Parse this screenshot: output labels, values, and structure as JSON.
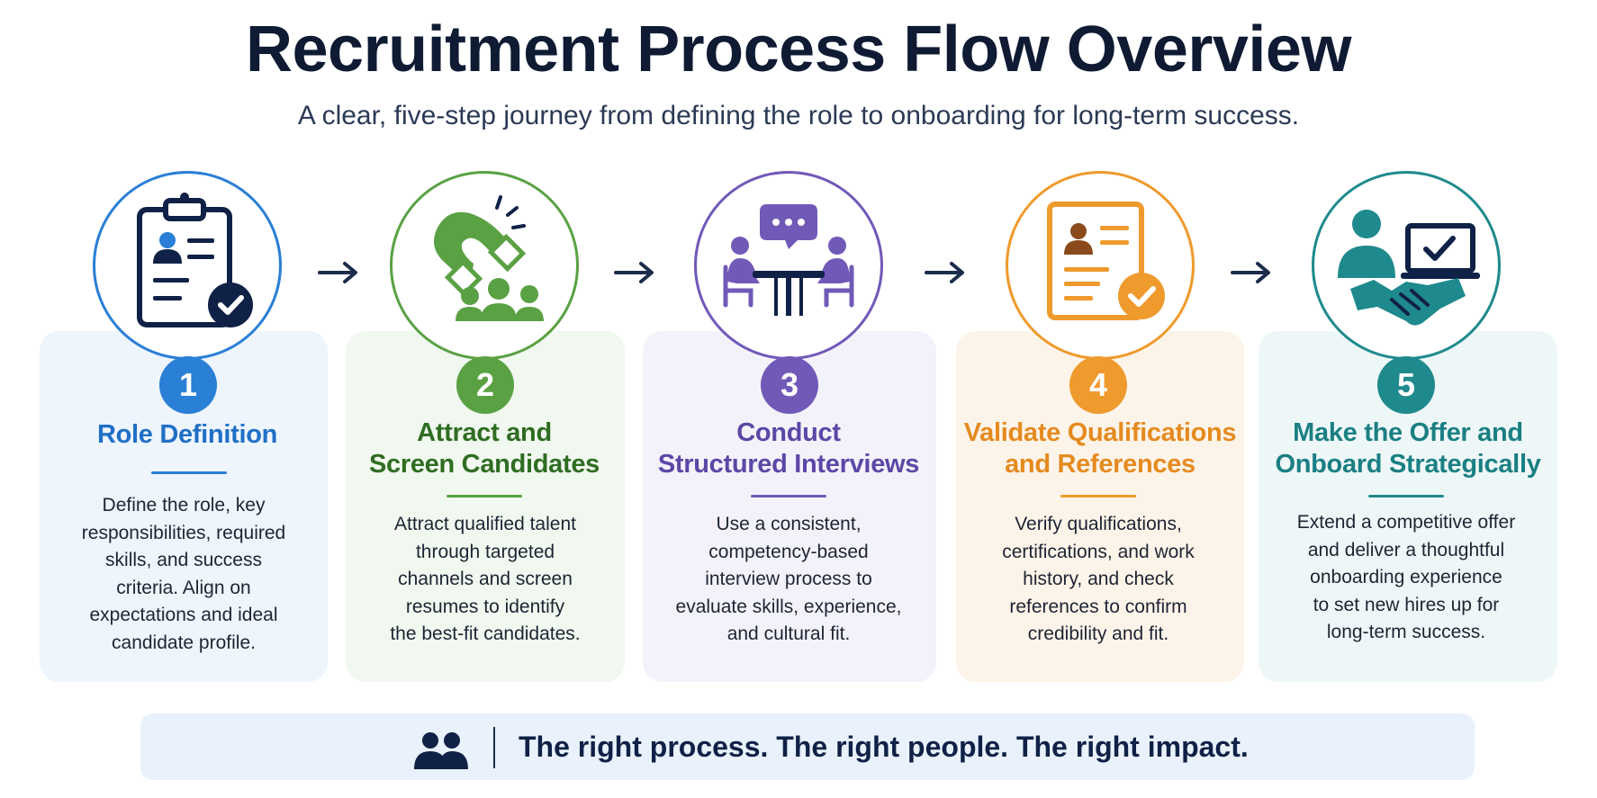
{
  "header": {
    "title": "Recruitment Process Flow Overview",
    "subtitle": "A clear, five-step journey from defining the role to onboarding for long-term success."
  },
  "steps": [
    {
      "number": "1",
      "title_lines": [
        "Role Definition"
      ],
      "description_lines": [
        "Define the role, key",
        "responsibilities, required",
        "skills, and success",
        "criteria. Align on",
        "expectations and ideal",
        "candidate profile."
      ],
      "icon": "clipboard-check-icon",
      "color": "#2a7fd6",
      "card_color": "#eef5fd"
    },
    {
      "number": "2",
      "title_lines": [
        "Attract and",
        "Screen Candidates"
      ],
      "description_lines": [
        "Attract qualified talent",
        "through targeted",
        "channels and screen",
        "resumes to identify",
        "the best-fit candidates."
      ],
      "icon": "magnet-people-icon",
      "color": "#5aa144",
      "title_color": "#2f6d22",
      "card_color": "#f1f8ef"
    },
    {
      "number": "3",
      "title_lines": [
        "Conduct",
        "Structured Interviews"
      ],
      "description_lines": [
        "Use a consistent,",
        "competency-based",
        "interview process to",
        "evaluate skills, experience,",
        "and cultural fit."
      ],
      "icon": "interview-table-icon",
      "color": "#7159b8",
      "title_color": "#5c47a6",
      "card_color": "#f3f2fb"
    },
    {
      "number": "4",
      "title_lines": [
        "Validate Qualifications",
        "and References"
      ],
      "description_lines": [
        "Verify qualifications,",
        "certifications, and work",
        "history, and check",
        "references to confirm",
        "credibility and fit."
      ],
      "icon": "resume-check-icon",
      "color": "#ef9a2d",
      "title_color": "#e58a1f",
      "card_color": "#fdf4e9"
    },
    {
      "number": "5",
      "title_lines": [
        "Make the Offer and",
        "Onboard Strategically"
      ],
      "description_lines": [
        "Extend a competitive offer",
        "and deliver a thoughtful",
        "onboarding experience",
        "to set new hires up for",
        "long-term success."
      ],
      "icon": "handshake-laptop-icon",
      "color": "#1f8a8d",
      "title_color": "#1a7f83",
      "card_color": "#eef7f7"
    }
  ],
  "footer": {
    "tagline": "The right process. The right people. The right impact.",
    "icon": "people-icon"
  },
  "colors": {
    "title": "#0f1b33",
    "arrow": "#1b2b4b",
    "footer_bg": "#e9f2fc"
  }
}
